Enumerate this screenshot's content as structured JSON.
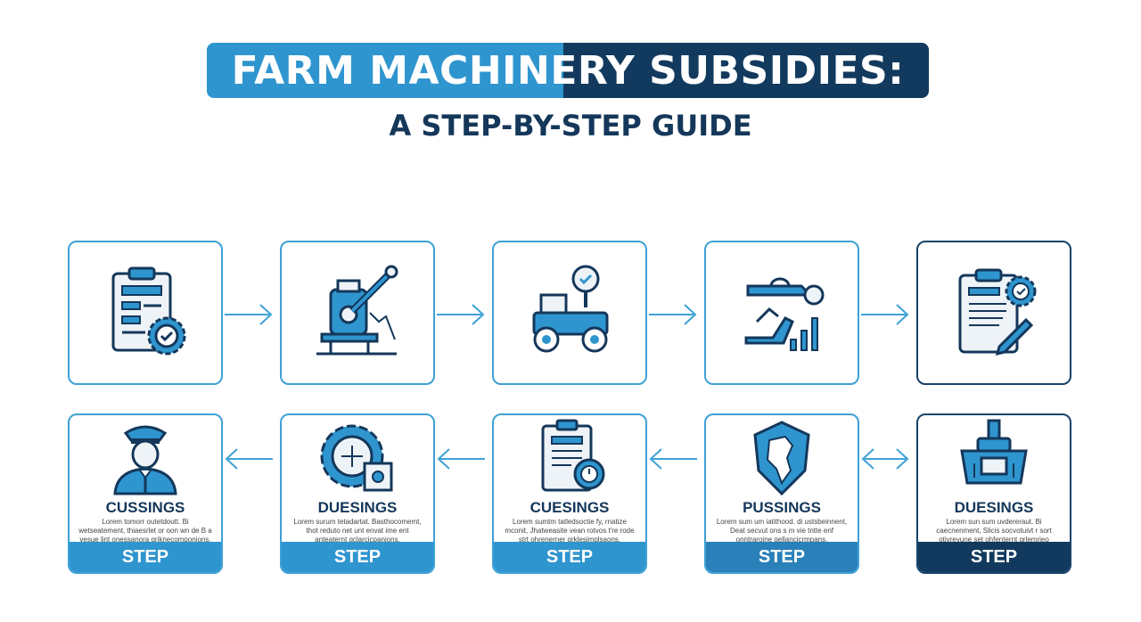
{
  "header": {
    "title": "FARM MACHINERY SUBSIDIES:",
    "subtitle": "A STEP-BY-STEP GUIDE"
  },
  "colors": {
    "light_blue": "#2f95cf",
    "dark_navy": "#123a5e",
    "text_navy": "#14375a"
  },
  "top_steps": [
    {
      "icon": "clipboard-gear-check-icon"
    },
    {
      "icon": "machinery-lever-icon"
    },
    {
      "icon": "tractor-gauge-check-icon"
    },
    {
      "icon": "equipment-bar-chart-icon"
    },
    {
      "icon": "document-gear-pen-icon"
    }
  ],
  "bottom_steps": [
    {
      "icon": "officer-person-icon",
      "title": "CUSSINGS",
      "desc": "Lorem tomorr outetdoutt. Bi wetseatement, thiaesrlet or oon wn de B a vesue lint onessanora griknecomponions.",
      "step": "STEP"
    },
    {
      "icon": "large-gear-icon",
      "title": "DUESINGS",
      "desc": "Lorem surum tetadartat. Basthocomemt, thot reduto net unt envat ime ent anteaternt gclarcicpanions.",
      "step": "STEP"
    },
    {
      "icon": "clipboard-timer-icon",
      "title": "CUESINGS",
      "desc": "Lorem sumtm tatledsoctie fy, rnatize mconit, Jhatweasite vean rotvos t're rode strt ohrenerner grklesimplsaons.",
      "step": "STEP"
    },
    {
      "icon": "shield-map-icon",
      "title": "PUSSINGS",
      "desc": "Lorem sum um iatithood. di ustsbeinnent, Deat secvut ons s m vie tntte enf onntraroine gellancicrmpans.",
      "step": "STEP"
    },
    {
      "icon": "machine-basket-icon",
      "title": "DUESINGS",
      "desc": "Lorem sun sum uvdereraut. Bi caecnenment, Slicis socvotuivt r sort otivrevune set ohfenternt grlemrieo cenepians.",
      "step": "STEP"
    }
  ]
}
